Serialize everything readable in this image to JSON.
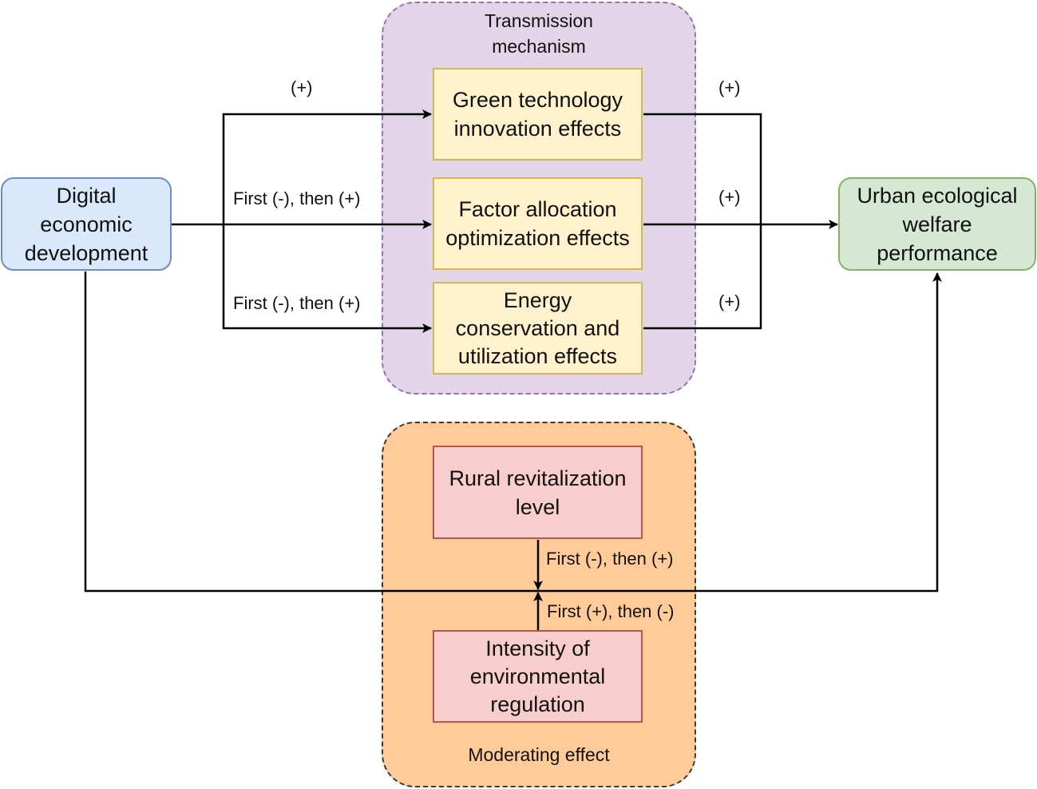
{
  "groups": {
    "transmission": {
      "title_line1": "Transmission",
      "title_line2": "mechanism"
    },
    "moderating": {
      "title": "Moderating effect"
    }
  },
  "nodes": {
    "digital": [
      "Digital",
      "economic",
      "development"
    ],
    "urban": [
      "Urban ecological",
      "welfare",
      "performance"
    ],
    "green_tech": [
      "Green technology",
      "innovation effects"
    ],
    "factor": [
      "Factor allocation",
      "optimization effects"
    ],
    "energy": [
      "Energy",
      "conservation and",
      "utilization effects"
    ],
    "rural": [
      "Rural revitalization",
      "level"
    ],
    "intensity": [
      "Intensity of",
      "environmental",
      "regulation"
    ]
  },
  "edge_labels": {
    "to_green": "(+)",
    "to_factor": "First (-), then (+)",
    "to_energy": "First (-), then (+)",
    "green_out": "(+)",
    "factor_out": "(+)",
    "energy_out": "(+)",
    "rural_down": "First (-), then (+)",
    "intensity_up": "First (+), then (-)"
  },
  "colors": {
    "line": "#000000",
    "blue_fill": "#dae8fc",
    "green_fill": "#d5e8d4",
    "yellow_fill": "#fff2cc",
    "red_fill": "#f8cecc",
    "purple_fill": "#e1d5e7",
    "orange_fill": "#ffcc99"
  }
}
